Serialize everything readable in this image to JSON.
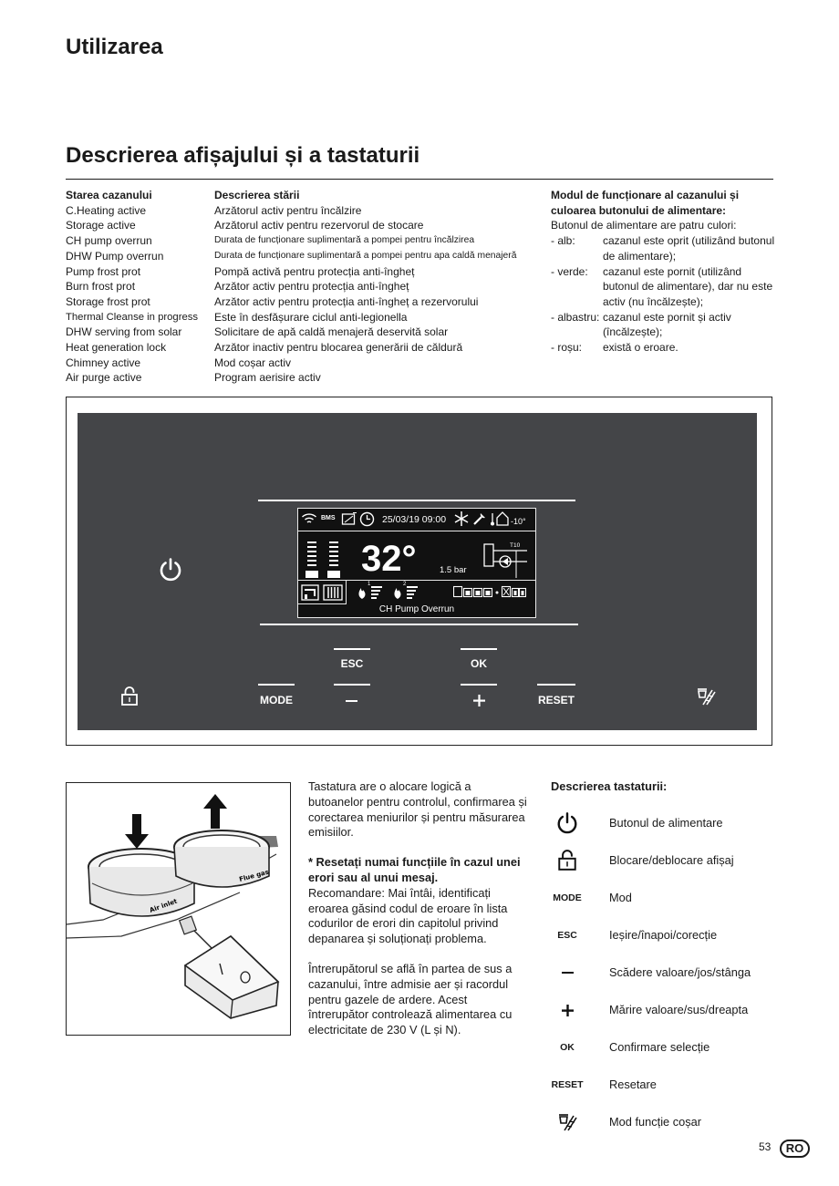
{
  "section_title": "Utilizarea",
  "heading": "Descrierea afișajului și a tastaturii",
  "states_table": {
    "col1_header": "Starea cazanului",
    "col2_header": "Descrierea stării",
    "rows": [
      {
        "state": "C.Heating active",
        "desc": "Arzătorul activ pentru încălzire"
      },
      {
        "state": "Storage active",
        "desc": "Arzătorul activ pentru rezervorul de stocare"
      },
      {
        "state": "CH pump overrun",
        "desc": "Durata de funcționare suplimentară a pompei pentru încălzirea"
      },
      {
        "state": "DHW Pump overrun",
        "desc": "Durata de funcționare suplimentară a pompei pentru apa caldă menajeră"
      },
      {
        "state": "Pump frost prot",
        "desc": "Pompă activă pentru protecția anti-îngheț"
      },
      {
        "state": "Burn frost prot",
        "desc": "Arzător activ pentru protecția anti-îngheț"
      },
      {
        "state": "Storage frost prot",
        "desc": "Arzător activ pentru protecția anti-îngheț a rezervorului"
      },
      {
        "state": "Thermal Cleanse in progress",
        "desc": "Este în desfășurare ciclul anti-legionella"
      },
      {
        "state": "DHW serving from solar",
        "desc": "Solicitare de apă caldă menajeră deservită solar"
      },
      {
        "state": "Heat generation lock",
        "desc": "Arzător inactiv pentru blocarea generării de căldură"
      },
      {
        "state": "Chimney active",
        "desc": "Mod coșar activ"
      },
      {
        "state": "Air purge active",
        "desc": "Program aerisire activ"
      }
    ]
  },
  "power_colors": {
    "title_line1": "Modul de funcționare al cazanului și",
    "title_line2": "culoarea butonului de alimentare:",
    "intro": "Butonul de alimentare are patru culori:",
    "items": [
      {
        "key": "- alb:",
        "text": "cazanul este oprit (utilizând butonul de alimentare);"
      },
      {
        "key": "- verde:",
        "text": "cazanul este pornit (utilizând butonul de alimentare), dar nu este activ (nu încălzește);"
      },
      {
        "key": "- albastru:",
        "text": "cazanul este pornit și activ (încălzește);"
      },
      {
        "key": "- roșu:",
        "text": "există o eroare."
      }
    ]
  },
  "display": {
    "bms": "BMS",
    "datetime": "25/03/19 09:00",
    "outdoor_temp": "-10°",
    "temperature": "32°",
    "pressure": "1.5 bar",
    "sensor": "T10",
    "burner1": "1",
    "burner2": "2",
    "status": "CH Pump Overrun"
  },
  "panel_buttons": {
    "esc": "ESC",
    "ok": "OK",
    "mode": "MODE",
    "reset": "RESET"
  },
  "body_text": {
    "p1": "Tastatura are o alocare logică a butoanelor pentru controlul, confirmarea și corectarea meniurilor și pentru măsurarea emisiilor.",
    "warning": "* Resetați numai funcțiile în cazul unei erori sau al unui mesaj.",
    "p2": "Recomandare: Mai întâi, identificați eroarea găsind codul de eroare în lista codurilor de erori din capitolul privind depanarea și soluționați problema.",
    "p3": "Întrerupătorul se află în partea de sus a cazanului, între admisie aer și racordul pentru gazele de ardere. Acest întrerupător controlează alimentarea cu electricitate de 230 V (L și N)."
  },
  "photo_labels": {
    "air_inlet": "Air inlet",
    "flue": "Flue gas"
  },
  "keys": {
    "title": "Descrierea tastaturii:",
    "items": [
      {
        "icon": "power-icon",
        "label": "",
        "desc": "Butonul de alimentare"
      },
      {
        "icon": "lock-icon",
        "label": "",
        "desc": "Blocare/deblocare afișaj"
      },
      {
        "icon": "",
        "label": "MODE",
        "desc": "Mod"
      },
      {
        "icon": "",
        "label": "ESC",
        "desc": "Ieșire/înapoi/corecție"
      },
      {
        "icon": "minus-icon",
        "label": "",
        "desc": "Scădere valoare/jos/stânga"
      },
      {
        "icon": "plus-icon",
        "label": "",
        "desc": "Mărire valoare/sus/dreapta"
      },
      {
        "icon": "",
        "label": "OK",
        "desc": "Confirmare selecție"
      },
      {
        "icon": "",
        "label": "RESET",
        "desc": "Resetare"
      },
      {
        "icon": "chimney-icon",
        "label": "",
        "desc": "Mod funcție coșar"
      }
    ]
  },
  "page_number": "53",
  "language_badge": "RO"
}
